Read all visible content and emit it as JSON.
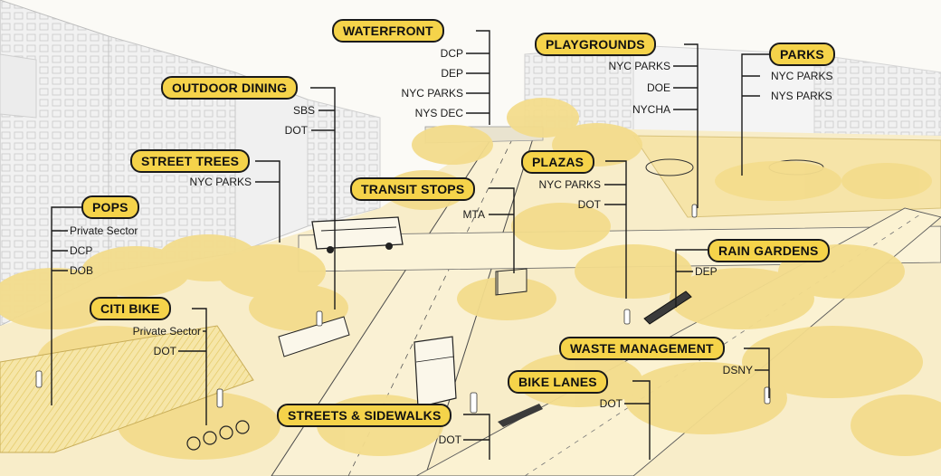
{
  "colors": {
    "highlight": "#f5d34a",
    "foliage": "#f3dc8c",
    "ground": "#f8edc9",
    "line": "#1a1a1a"
  },
  "labels": {
    "waterfront": {
      "title": "WATERFRONT",
      "agencies": [
        "DCP",
        "DEP",
        "NYC PARKS",
        "NYS DEC"
      ]
    },
    "playgrounds": {
      "title": "PLAYGROUNDS",
      "agencies": [
        "NYC PARKS",
        "DOE",
        "NYCHA"
      ]
    },
    "parks": {
      "title": "PARKS",
      "agencies": [
        "NYC PARKS",
        "NYS PARKS"
      ]
    },
    "outdoor_dining": {
      "title": "OUTDOOR DINING",
      "agencies": [
        "SBS",
        "DOT"
      ]
    },
    "street_trees": {
      "title": "STREET TREES",
      "agencies": [
        "NYC PARKS"
      ]
    },
    "plazas": {
      "title": "PLAZAS",
      "agencies": [
        "NYC PARKS",
        "DOT"
      ]
    },
    "transit_stops": {
      "title": "TRANSIT STOPS",
      "agencies": [
        "MTA"
      ]
    },
    "pops": {
      "title": "POPS",
      "agencies": [
        "Private Sector",
        "DCP",
        "DOB"
      ]
    },
    "rain_gardens": {
      "title": "RAIN GARDENS",
      "agencies": [
        "DEP"
      ]
    },
    "citi_bike": {
      "title": "CITI BIKE",
      "agencies": [
        "Private Sector",
        "DOT"
      ]
    },
    "waste_management": {
      "title": "WASTE MANAGEMENT",
      "agencies": [
        "DSNY"
      ]
    },
    "bike_lanes": {
      "title": "BIKE LANES",
      "agencies": [
        "DOT"
      ]
    },
    "streets_sidewalks": {
      "title": "STREETS & SIDEWALKS",
      "agencies": [
        "DOT"
      ]
    }
  }
}
